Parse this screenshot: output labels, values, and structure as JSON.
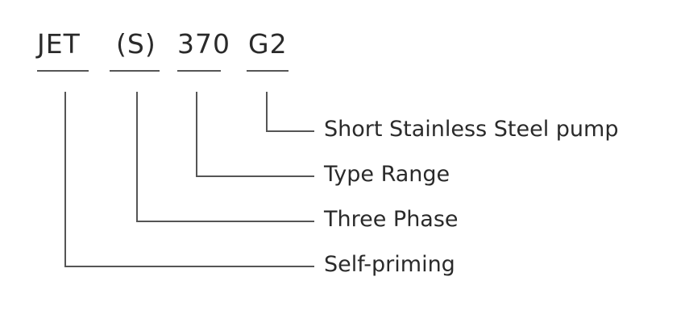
{
  "code_parts": [
    {
      "id": "jet",
      "text": "JET"
    },
    {
      "id": "s",
      "text": "(S)"
    },
    {
      "id": "num",
      "text": "370"
    },
    {
      "id": "g2",
      "text": "G2"
    }
  ],
  "labels": [
    {
      "for": "g2",
      "text": "Short Stainless Steel pump"
    },
    {
      "for": "num",
      "text": "Type Range"
    },
    {
      "for": "s",
      "text": "Three Phase"
    },
    {
      "for": "jet",
      "text": "Self-priming"
    }
  ],
  "colors": {
    "text": "#2a2a2a",
    "line": "#555555",
    "background": "#ffffff"
  }
}
